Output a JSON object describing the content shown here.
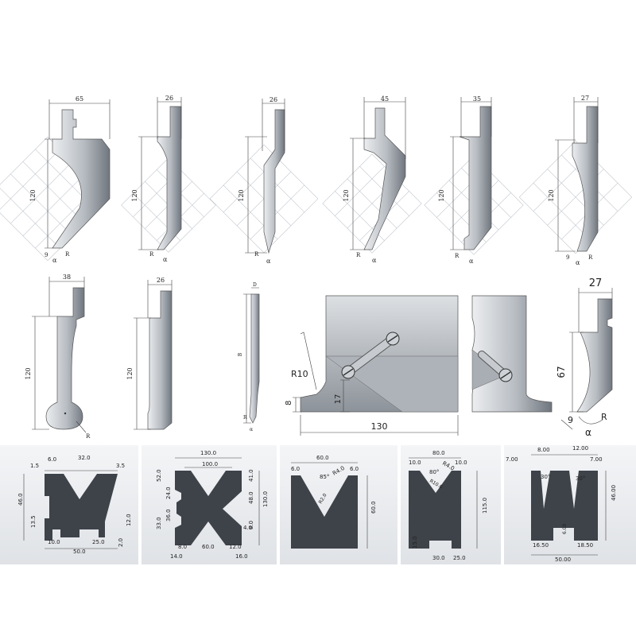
{
  "colors": {
    "metal_dark": "#3e434a",
    "metal_light": "#c9cdd2",
    "grid": "#b8bec6",
    "background": "#ffffff"
  },
  "punches_row1": [
    {
      "width": "65",
      "height": "120",
      "angle": "α",
      "radius": "R",
      "side": "9"
    },
    {
      "width": "26",
      "height": "120",
      "angle": "α",
      "radius": "R"
    },
    {
      "width": "26",
      "height": "120",
      "angle": "α",
      "radius": "R"
    },
    {
      "width": "45",
      "height": "120",
      "angle": "α",
      "radius": "R"
    },
    {
      "width": "35",
      "height": "120",
      "angle": "α",
      "radius": "R"
    },
    {
      "width": "27",
      "height": "120",
      "angle": "α",
      "radius": "R",
      "side": "9"
    }
  ],
  "punches_row2": [
    {
      "width": "38",
      "height": "120",
      "radius": "R"
    },
    {
      "width": "26",
      "height": "120"
    },
    {
      "width": "D",
      "height": "B",
      "angle": "α",
      "radius": "R"
    }
  ],
  "holder": {
    "radius": "R10",
    "height_left": "8",
    "height_right": "17",
    "width": "130"
  },
  "goose_punch": {
    "width": "27",
    "height": "67",
    "side": "9",
    "angle": "α",
    "radius": "R"
  },
  "dies": [
    {
      "labels": [
        "6.0",
        "32.0",
        "1.5",
        "3.5",
        "46.0",
        "13.5",
        "12.0",
        "10.0",
        "25.0",
        "2.0",
        "50.0"
      ]
    },
    {
      "labels": [
        "130.0",
        "100.0",
        "52.0",
        "41.0",
        "24.0",
        "130.0",
        "48.0",
        "33.0",
        "36.0",
        "8.0",
        "4.0",
        "8.0",
        "60.0",
        "12.0",
        "14.0",
        "16.0"
      ]
    },
    {
      "labels": [
        "60.0",
        "6.0",
        "85°",
        "R4.0",
        "6.0",
        "R2.0",
        "60.0"
      ]
    },
    {
      "labels": [
        "80.0",
        "10.0",
        "R4.0",
        "10.0",
        "80°",
        "R10.0",
        "115.0",
        "15.0",
        "30.0",
        "25.0"
      ]
    },
    {
      "labels": [
        "7.00",
        "8.00",
        "12.00",
        "7.00",
        "30°",
        "30°",
        "46.00",
        "6.00",
        "16.50",
        "18.50",
        "50.00"
      ]
    }
  ]
}
